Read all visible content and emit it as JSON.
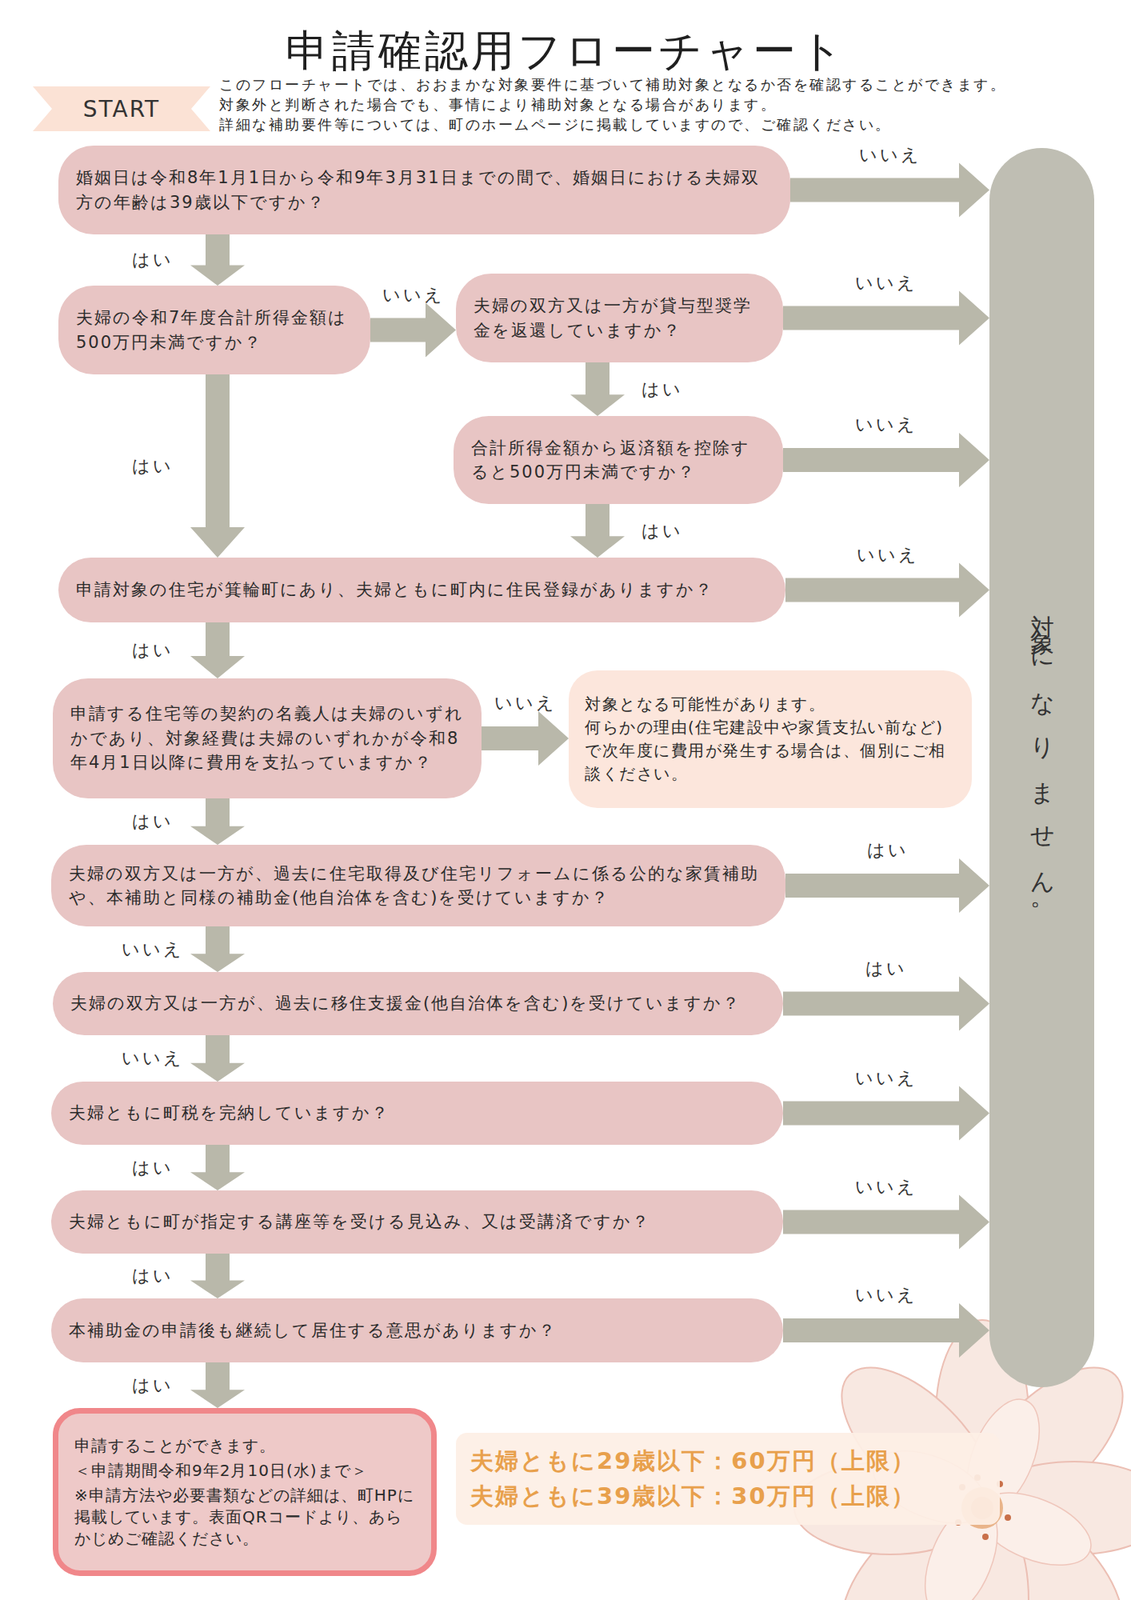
{
  "diagram": {
    "title": "申請確認用フローチャート",
    "nodes": [
      {
        "text": [
          "START"
        ]
      },
      {
        "text": [
          "婚姻日は令和8年1月1日から令和9年3月31日までの間で、婚姻日における夫婦双方の年齢は39歳以下ですか？"
        ]
      },
      {
        "text": [
          "夫婦の令和7年度合計所得金額は500万円未満ですか？"
        ]
      },
      {
        "text": [
          "夫婦の双方又は一方が貸与型奨学金を返還していますか？"
        ]
      },
      {
        "text": [
          "合計所得金額から返済額を控除すると500万円未満ですか？"
        ]
      },
      {
        "text": [
          "申請対象の住宅が箕輪町にあり、夫婦ともに町内に住民登録がありますか？"
        ]
      },
      {
        "text": [
          "申請する住宅等の契約の名義人は夫婦のいずれかであり、対象経費は夫婦のいずれかが令和8年4月1日以降に費用を支払っていますか？"
        ]
      },
      {
        "text": [
          "対象となる可能性があります。",
          "何らかの理由(住宅建設中や家賃支払い前など)で次年度に費用が発生する場合は、個別にご相談ください。"
        ]
      },
      {
        "text": [
          "夫婦の双方又は一方が、過去に住宅取得及び住宅リフォームに係る公的な家賃補助や、本補助と同様の補助金(他自治体を含む)を受けていますか？"
        ]
      },
      {
        "text": [
          "夫婦の双方又は一方が、過去に移住支援金(他自治体を含む)を受けていますか？"
        ]
      },
      {
        "text": [
          "夫婦ともに町税を完納していますか？"
        ]
      },
      {
        "text": [
          "夫婦ともに町が指定する講座等を受ける見込み、又は受講済ですか？"
        ]
      },
      {
        "text": [
          "本補助金の申請後も継続して居住する意思がありますか？"
        ]
      },
      {
        "text": [
          "申請することができます。",
          "＜申請期間令和9年2月10日(水)まで＞",
          "※申請方法や必要書類などの詳細は、町HPに掲載しています。表面QRコードより、あらかじめご確認ください。"
        ]
      },
      {
        "text": [
          "夫婦ともに29歳以下：60万円（上限）",
          "夫婦ともに39歳以下：30万円（上限）"
        ]
      },
      {
        "text": [
          "対象になりません。"
        ]
      }
    ],
    "edges": [
      {
        "from": 1,
        "to": 15,
        "arrow": "to",
        "label": "いいえ"
      },
      {
        "from": 1,
        "to": 2,
        "arrow": "to",
        "label": "はい"
      },
      {
        "from": 2,
        "to": 3,
        "arrow": "to",
        "label": "いいえ"
      },
      {
        "from": 3,
        "to": 15,
        "arrow": "to",
        "label": "いいえ"
      },
      {
        "from": 3,
        "to": 4,
        "arrow": "to",
        "label": "はい"
      },
      {
        "from": 4,
        "to": 15,
        "arrow": "to",
        "label": "いいえ"
      },
      {
        "from": 4,
        "to": 5,
        "arrow": "to",
        "label": "はい"
      },
      {
        "from": 2,
        "to": 5,
        "arrow": "to",
        "label": "はい"
      },
      {
        "from": 5,
        "to": 15,
        "arrow": "to",
        "label": "いいえ"
      },
      {
        "from": 5,
        "to": 6,
        "arrow": "to",
        "label": "はい"
      },
      {
        "from": 6,
        "to": 7,
        "arrow": "to",
        "label": "いいえ"
      },
      {
        "from": 6,
        "to": 8,
        "arrow": "to",
        "label": "はい"
      },
      {
        "from": 8,
        "to": 15,
        "arrow": "to",
        "label": "はい"
      },
      {
        "from": 8,
        "to": 9,
        "arrow": "to",
        "label": "いいえ"
      },
      {
        "from": 9,
        "to": 15,
        "arrow": "to",
        "label": "はい"
      },
      {
        "from": 9,
        "to": 10,
        "arrow": "to",
        "label": "いいえ"
      },
      {
        "from": 10,
        "to": 15,
        "arrow": "to",
        "label": "いいえ"
      },
      {
        "from": 10,
        "to": 11,
        "arrow": "to",
        "label": "はい"
      },
      {
        "from": 11,
        "to": 15,
        "arrow": "to",
        "label": "いいえ"
      },
      {
        "from": 11,
        "to": 12,
        "arrow": "to",
        "label": "はい"
      },
      {
        "from": 12,
        "to": 15,
        "arrow": "to",
        "label": "いいえ"
      },
      {
        "from": 12,
        "to": 13,
        "arrow": "to",
        "label": "はい"
      }
    ],
    "labels": [
      "このフローチャートでは、おおまかな対象要件に基づいて補助対象となるか否を確認することができます。",
      "対象外と判断された場合でも、事情により補助対象となる場合があります。",
      "詳細な補助要件等については、町のホームページに掲載していますので、ご確認ください。"
    ]
  }
}
